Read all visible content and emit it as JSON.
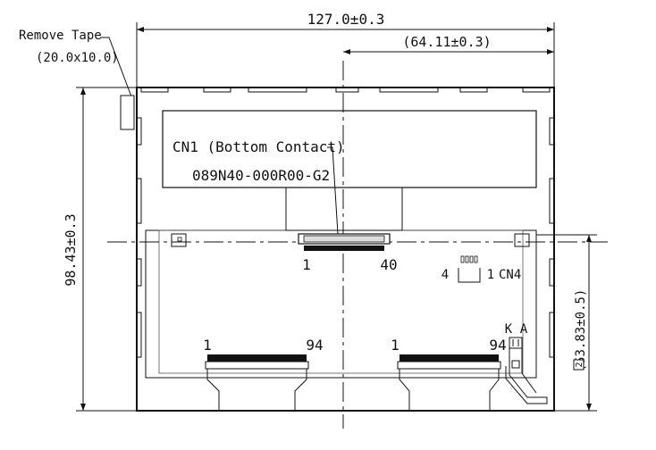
{
  "dimensions": {
    "width_overall": "127.0±0.3",
    "contact_offset": "(64.11±0.3)",
    "height_overall": "98.43±0.3",
    "lower_offset": "(53.83±0.5)",
    "lower_offset_ref": "2"
  },
  "tape": {
    "label": "Remove Tape",
    "size": "(20.0x10.0)"
  },
  "cn1": {
    "label": "CN1 (Bottom Contact)",
    "part": "089N40-000R00-G2",
    "pin_start": "1",
    "pin_end": "40"
  },
  "cn4": {
    "label": "CN4",
    "pin_start": "1",
    "pin_end": "4"
  },
  "fpc_left": {
    "pin_start": "1",
    "pin_end": "94"
  },
  "fpc_right": {
    "pin_start": "1",
    "pin_end": "94"
  },
  "backlight": {
    "k_label": "K",
    "a_label": "A"
  }
}
